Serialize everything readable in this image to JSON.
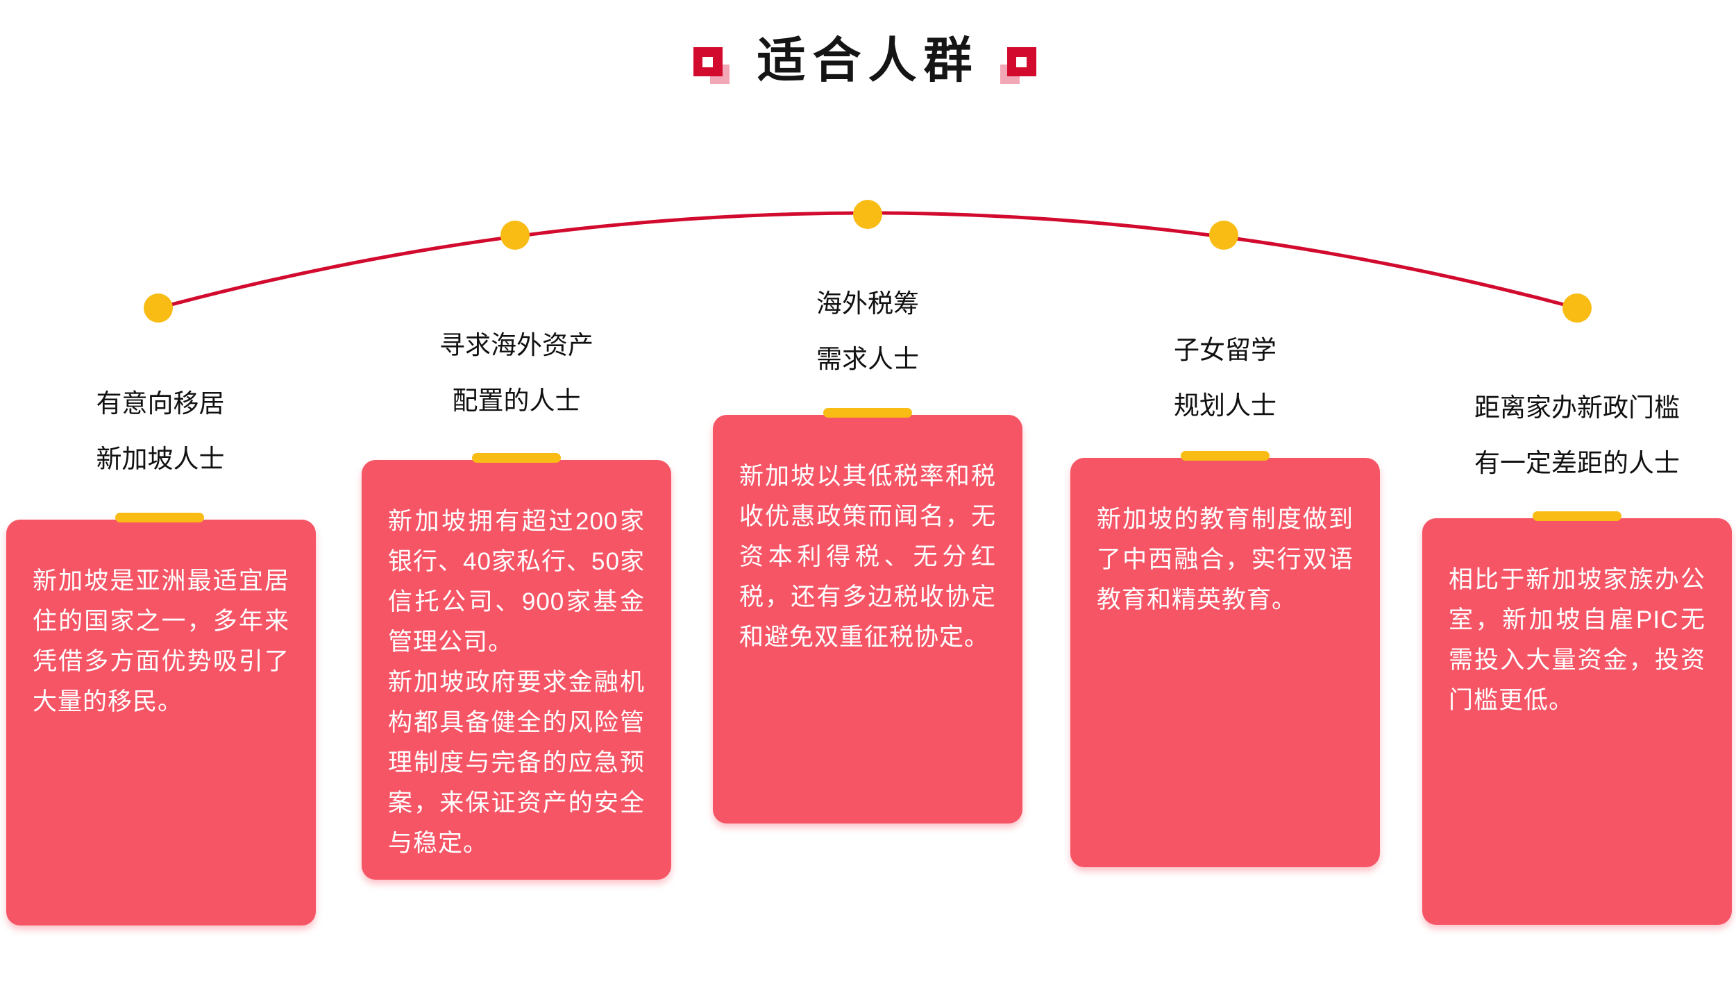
{
  "header": {
    "title": "适合人群"
  },
  "columns": [
    {
      "title": "有意向移居\n新加坡人士",
      "body": "新加坡是亚洲最适宜居住的国家之一，多年来凭借多方面优势吸引了大量的移民。"
    },
    {
      "title": "寻求海外资产\n配置的人士",
      "body": "新加坡拥有超过200家银行、40家私行、50家信托公司、900家基金管理公司。\n新加坡政府要求金融机构都具备健全的风险管理制度与完备的应急预案，来保证资产的安全与稳定。"
    },
    {
      "title": "海外税筹\n需求人士",
      "body": "新加坡以其低税率和税收优惠政策而闻名，无资本利得税、无分红税，还有多边税收协定和避免双重征税协定。"
    },
    {
      "title": "子女留学\n规划人士",
      "body": "新加坡的教育制度做到了中西融合，实行双语教育和精英教育。"
    },
    {
      "title": "距离家办新政门槛\n有一定差距的人士",
      "body": "相比于新加坡家族办公室，新加坡自雇PIC无需投入大量资金，投资门槛更低。"
    }
  ],
  "colors": {
    "card_pink": "#f65566",
    "accent_yellow": "#f9bc15",
    "line_crimson": "#d20a2e",
    "ornament_pink": "#f1a7b5",
    "title_black": "#151515",
    "card_text_white": "#ffffff"
  }
}
